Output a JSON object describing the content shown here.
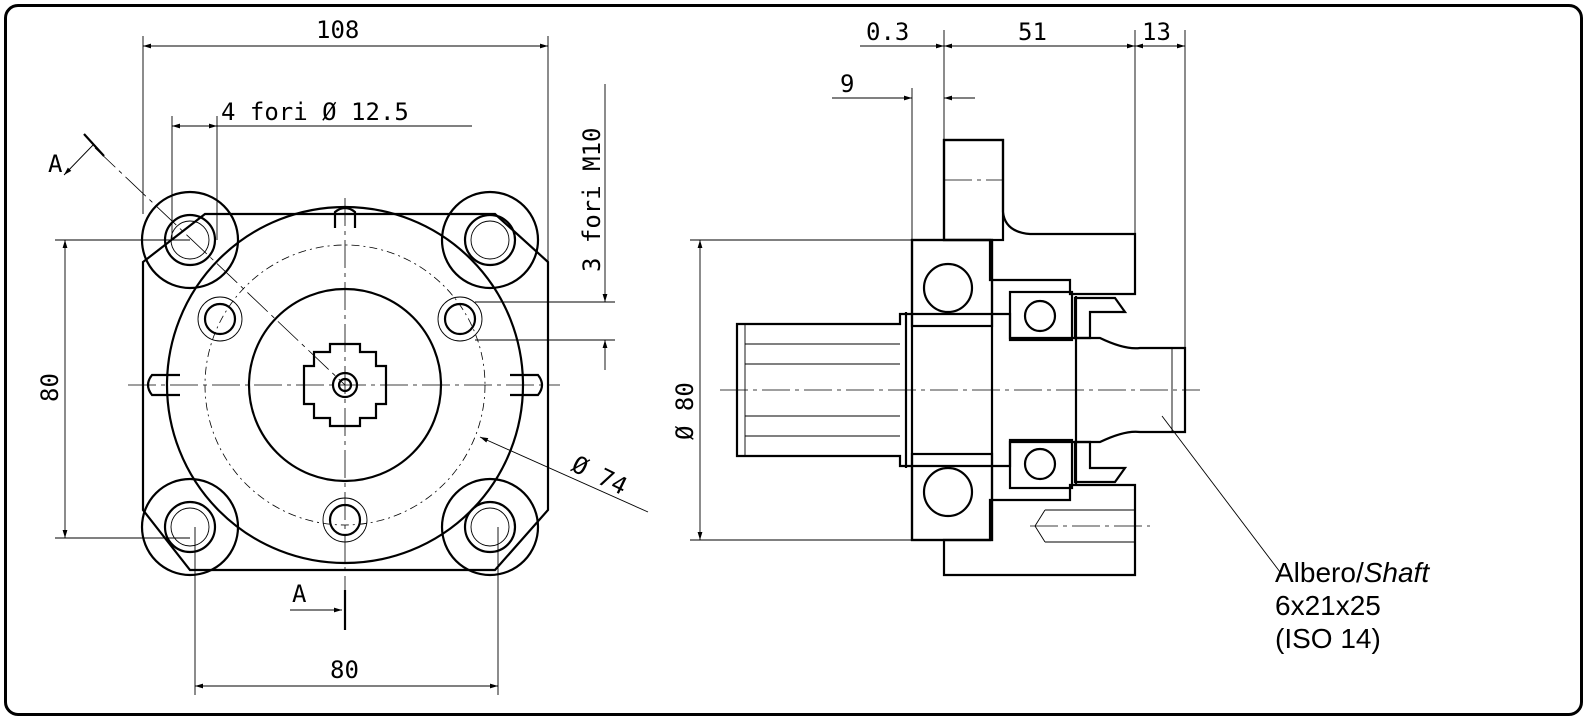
{
  "front_view": {
    "dim_width_108": "108",
    "dim_holes_4": "4 fori Ø 12.5",
    "dim_holes_m10": "3 fori M10",
    "dim_height_80": "80",
    "dim_bottom_80": "80",
    "dim_pcd_74": "Ø 74",
    "section_letter_top": "A",
    "section_letter_bottom": "A"
  },
  "side_view": {
    "dim_0_3": "0.3",
    "dim_51": "51",
    "dim_13": "13",
    "dim_9": "9",
    "dim_dia_80": "Ø 80"
  },
  "shaft_note": {
    "label_albero": "Albero/",
    "label_shaft": "Shaft",
    "spec": "6x21x25",
    "standard": "(ISO 14)"
  }
}
